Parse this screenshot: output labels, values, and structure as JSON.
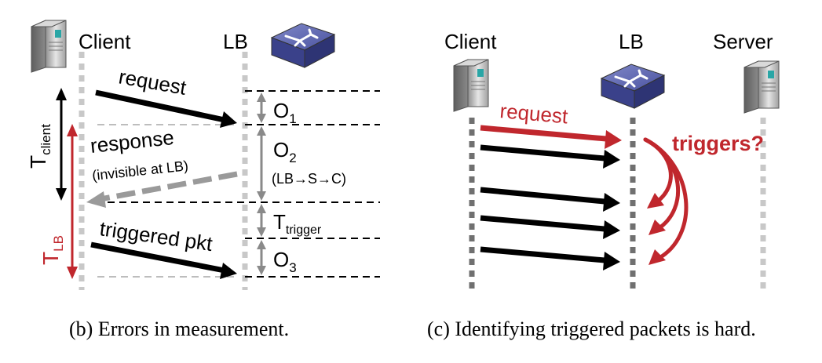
{
  "colors": {
    "red": "#c0272d",
    "black": "#000000",
    "gray": "#9a9a9a",
    "lightgray": "#c8c8c8",
    "lb_blue": "#5a64a8"
  },
  "panel_b": {
    "client_label": "Client",
    "lb_label": "LB",
    "request_label": "request",
    "response_label": "response",
    "response_note": "(invisible at LB)",
    "triggered_label": "triggered pkt",
    "t_client": {
      "main": "T",
      "sub": "client"
    },
    "t_lb": {
      "main": "T",
      "sub": "LB"
    },
    "o1": {
      "main": "O",
      "sub": "1"
    },
    "o2": {
      "main": "O",
      "sub": "2"
    },
    "o2_note": "(LB→S→C)",
    "o3": {
      "main": "O",
      "sub": "3"
    },
    "t_trigger": {
      "main": "T",
      "sub": "trigger"
    },
    "caption": "(b) Errors in measurement."
  },
  "panel_c": {
    "client_label": "Client",
    "lb_label": "LB",
    "server_label": "Server",
    "request_label": "request",
    "triggers_label": "triggers?",
    "caption": "(c) Identifying triggered packets is hard."
  }
}
